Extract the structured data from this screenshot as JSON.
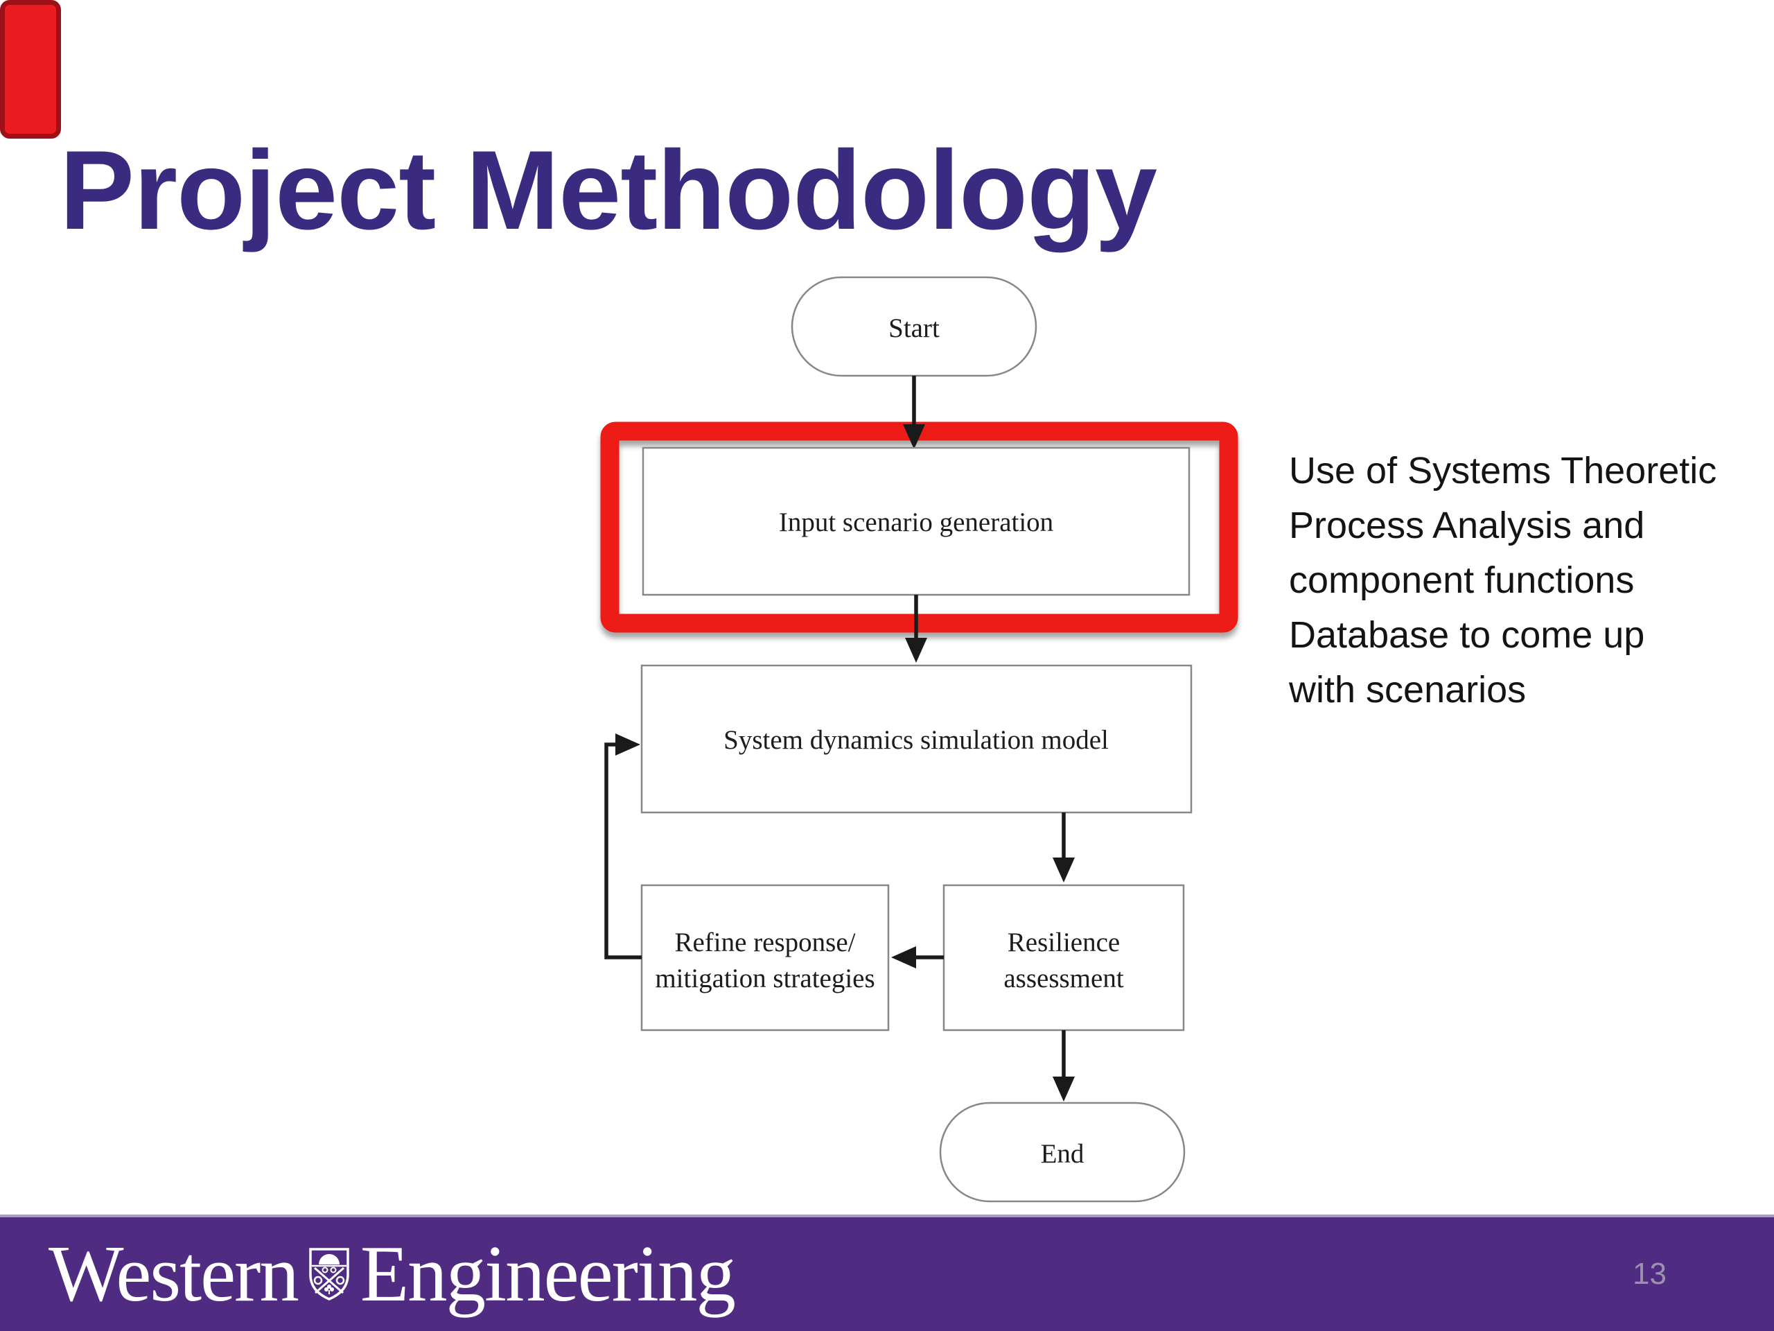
{
  "slide": {
    "title": "Project Methodology"
  },
  "note": {
    "lines": [
      "Use of Systems Theoretic",
      "Process Analysis and",
      "component functions",
      "Database to come up",
      "with scenarios"
    ]
  },
  "flowchart": {
    "nodes": {
      "start": {
        "shape": "stadium",
        "label": "Start"
      },
      "input": {
        "shape": "rect",
        "label": "Input scenario generation",
        "highlighted": true
      },
      "system": {
        "shape": "rect",
        "label": "System dynamics simulation model"
      },
      "refine": {
        "shape": "rect",
        "line1": "Refine response/",
        "line2": "mitigation strategies"
      },
      "resilience": {
        "shape": "rect",
        "line1": "Resilience",
        "line2": "assessment"
      },
      "end": {
        "shape": "stadium",
        "label": "End"
      }
    },
    "edges": [
      {
        "from": "start",
        "to": "input"
      },
      {
        "from": "input",
        "to": "system"
      },
      {
        "from": "system",
        "to": "resilience"
      },
      {
        "from": "resilience",
        "to": "refine"
      },
      {
        "from": "refine",
        "to": "system",
        "type": "feedback"
      },
      {
        "from": "resilience",
        "to": "end"
      }
    ]
  },
  "footer": {
    "brand_word1": "Western",
    "brand_word2": "Engineering",
    "page_number": "13"
  },
  "colors": {
    "title_purple": "#3a2b81",
    "footer_purple": "#4f2b82",
    "highlight_red": "#ee1b17",
    "corner_marker_red": "#ec1b21",
    "box_border_gray": "#878787",
    "diagram_text": "#1c1c1c",
    "page_number_gray": "#9b90ad"
  }
}
